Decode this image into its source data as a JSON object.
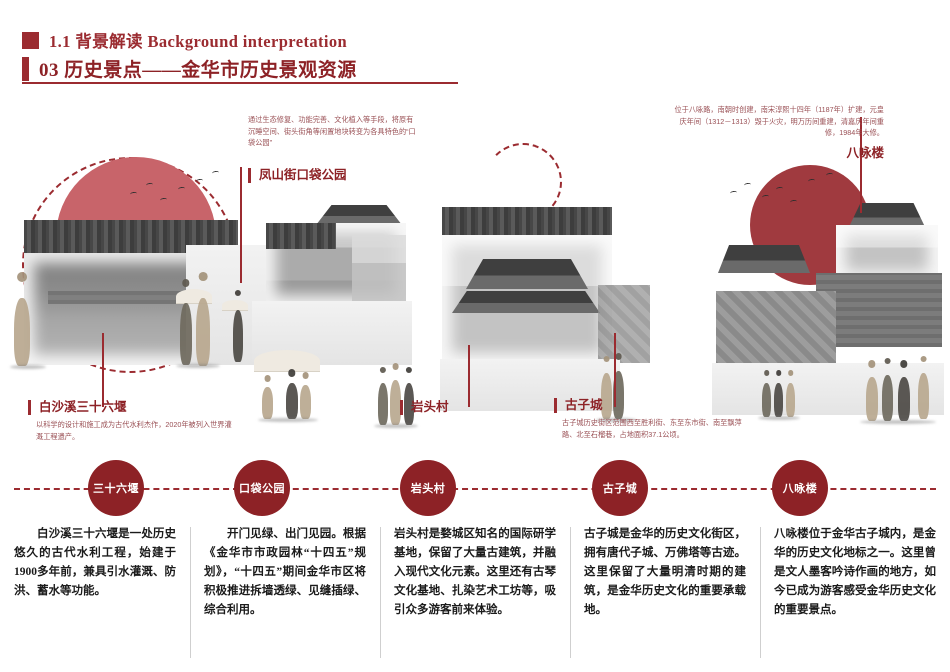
{
  "header": {
    "section_number": "1.1",
    "line1": "1.1 背景解读 Background interpretation",
    "line2": "03 历史景点——金华市历史景观资源"
  },
  "callouts": [
    {
      "id": "pocket-park",
      "body": "通过生态修复、功能完善、文化植入等手段，将原有沉睡空间、街头街角等闲置地块转变为各具特色的“口袋公园”",
      "title": "凤山街口袋公园"
    },
    {
      "id": "bayong-tower",
      "body": "位于八咏路，南朝时创建，南宋淳熙十四年（1187年）扩建，元皇庆年间（1312－1313）毁于火灾，明万历间重建，清嘉庆年间重修，1984年大修。",
      "title": "八咏楼"
    },
    {
      "id": "baishaxi-weirs",
      "title": "白沙溪三十六堰",
      "body": "以科学的设计和施工成为古代水利杰作，2020年被列入世界灌溉工程遗产。"
    },
    {
      "id": "yantou-village",
      "title": "岩头村",
      "body": ""
    },
    {
      "id": "guzicheng",
      "title": "古子城",
      "body": "古子城历史街区范围西至胜利街、东至东市街、南至飘萍路、北至石榴巷，占地面积37.1公顷。"
    }
  ],
  "timeline": {
    "nodes": [
      {
        "label": "三十六堰"
      },
      {
        "label": "口袋公园"
      },
      {
        "label": "岩头村"
      },
      {
        "label": "古子城"
      },
      {
        "label": "八咏楼"
      }
    ]
  },
  "columns": [
    {
      "id": "col-weirs",
      "text": "白沙溪三十六堰是一处历史悠久的古代水利工程，始建于1900多年前，兼具引水灌溉、防洪、蓄水等功能。"
    },
    {
      "id": "col-park",
      "text": "开门见绿、出门见园。根据《金华市市政园林“十四五”规划》，“十四五”期间金华市区将积极推进拆墙透绿、见缝插绿、综合利用。"
    },
    {
      "id": "col-village",
      "text": "岩头村是婺城区知名的国际研学基地，保留了大量古建筑，并融入现代文化元素。这里还有古琴文化基地、扎染艺术工坊等，吸引众多游客前来体验。"
    },
    {
      "id": "col-city",
      "text": "古子城是金华的历史文化街区，拥有唐代子城、万佛塔等古迹。这里保留了大量明清时期的建筑，是金华历史文化的重要承载地。"
    },
    {
      "id": "col-tower",
      "text": "八咏楼位于金华古子城内，是金华的历史文化地标之一。这里曾是文人墨客吟诗作画的地方，如今已成为游客感受金华历史文化的重要景点。"
    }
  ],
  "colors": {
    "brand_red": "#9b2b30",
    "deep_red": "#8d2226",
    "sun_light": "#c8646a",
    "sun_dark": "#a03a3f"
  }
}
